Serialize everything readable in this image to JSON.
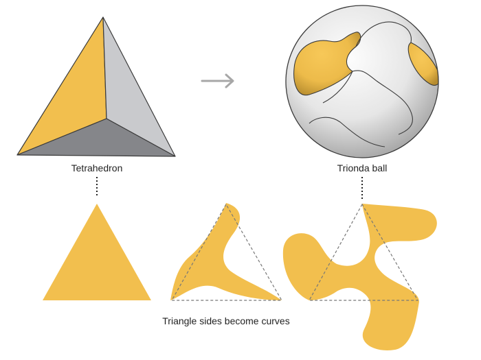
{
  "labels": {
    "tetrahedron": "Tetrahedron",
    "trionda_ball": "Trionda ball",
    "curves_caption": "Triangle sides become curves"
  },
  "colors": {
    "face_yellow": "#F2BF4E",
    "face_light_gray": "#C9CACD",
    "face_dark_gray": "#85868A",
    "outline": "#3A3A3A",
    "arrow": "#A7A7A7",
    "dashed": "#777777",
    "ball_white": "#F4F4F4",
    "ball_shadow": "#9C9C9C"
  },
  "icons": {
    "arrow": "right-arrow-icon"
  }
}
